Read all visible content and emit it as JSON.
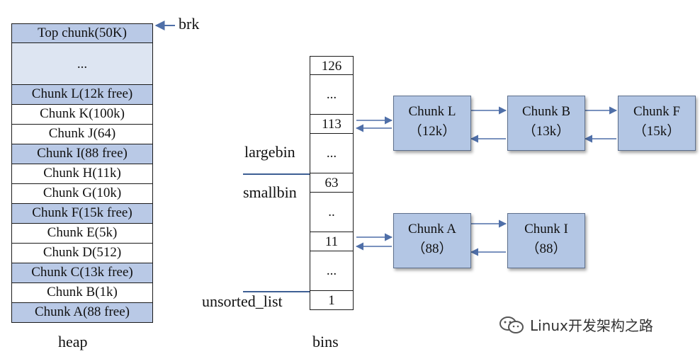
{
  "heap": {
    "label": "heap",
    "brk_label": "brk",
    "rows": [
      {
        "text": "Top chunk(50K)",
        "kind": "free"
      },
      {
        "text": "...",
        "kind": "dots"
      },
      {
        "text": "Chunk L(12k free)",
        "kind": "free"
      },
      {
        "text": "Chunk K(100k)",
        "kind": "used"
      },
      {
        "text": "Chunk J(64)",
        "kind": "used"
      },
      {
        "text": "Chunk I(88 free)",
        "kind": "free"
      },
      {
        "text": "Chunk H(11k)",
        "kind": "used"
      },
      {
        "text": "Chunk G(10k)",
        "kind": "used"
      },
      {
        "text": "Chunk F(15k free)",
        "kind": "free"
      },
      {
        "text": "Chunk E(5k)",
        "kind": "used"
      },
      {
        "text": "Chunk D(512)",
        "kind": "used"
      },
      {
        "text": "Chunk C(13k free)",
        "kind": "free"
      },
      {
        "text": "Chunk B(1k)",
        "kind": "used"
      },
      {
        "text": "Chunk A(88 free)",
        "kind": "free"
      }
    ]
  },
  "bins": {
    "label": "bins",
    "cells": [
      {
        "text": "126",
        "size": "small"
      },
      {
        "text": "...",
        "size": "tall"
      },
      {
        "text": "113",
        "size": "small"
      },
      {
        "text": "...",
        "size": "tall"
      },
      {
        "text": "63",
        "size": "small"
      },
      {
        "text": "..",
        "size": "tall"
      },
      {
        "text": "11",
        "size": "small"
      },
      {
        "text": "...",
        "size": "tall"
      },
      {
        "text": "1",
        "size": "small"
      }
    ],
    "largebin_label": "largebin",
    "smallbin_label": "smallbin",
    "unsorted_label": "unsorted_list"
  },
  "chunks": {
    "l": {
      "name": "Chunk L",
      "size": "（12k）"
    },
    "b": {
      "name": "Chunk B",
      "size": "（13k）"
    },
    "f": {
      "name": "Chunk F",
      "size": "（15k）"
    },
    "a": {
      "name": "Chunk A",
      "size": "（88）"
    },
    "i": {
      "name": "Chunk I",
      "size": "（88）"
    }
  },
  "watermark": {
    "text": "Linux开发架构之路"
  },
  "colors": {
    "free": "#b9c9e6",
    "chunk_fill": "#b3c6e4",
    "arrow": "#4f6fa8"
  }
}
